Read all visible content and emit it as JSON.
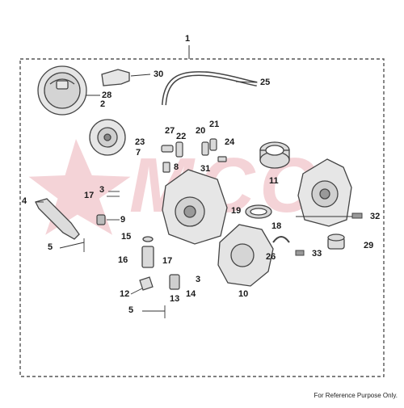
{
  "diagram": {
    "assembly_callout": "1",
    "footer_text": "For Reference Purpose Only.",
    "watermark_text": "MCC",
    "colors": {
      "frame": "#555555",
      "part": "#444444",
      "part_fill": "#e6e6e6",
      "watermark": "#e8a0a8",
      "text": "#1a1a1a"
    },
    "callouts": [
      {
        "id": "c2",
        "text": "2"
      },
      {
        "id": "c3a",
        "text": "3"
      },
      {
        "id": "c3b",
        "text": "3"
      },
      {
        "id": "c4",
        "text": "4"
      },
      {
        "id": "c5a",
        "text": "5"
      },
      {
        "id": "c5b",
        "text": "5"
      },
      {
        "id": "c7",
        "text": "7"
      },
      {
        "id": "c8",
        "text": "8"
      },
      {
        "id": "c9",
        "text": "9"
      },
      {
        "id": "c10",
        "text": "10"
      },
      {
        "id": "c11",
        "text": "11"
      },
      {
        "id": "c12",
        "text": "12"
      },
      {
        "id": "c13",
        "text": "13"
      },
      {
        "id": "c14",
        "text": "14"
      },
      {
        "id": "c15",
        "text": "15"
      },
      {
        "id": "c16",
        "text": "16"
      },
      {
        "id": "c17a",
        "text": "17"
      },
      {
        "id": "c17b",
        "text": "17"
      },
      {
        "id": "c18",
        "text": "18"
      },
      {
        "id": "c19",
        "text": "19"
      },
      {
        "id": "c20",
        "text": "20"
      },
      {
        "id": "c21",
        "text": "21"
      },
      {
        "id": "c22",
        "text": "22"
      },
      {
        "id": "c23",
        "text": "23"
      },
      {
        "id": "c24",
        "text": "24"
      },
      {
        "id": "c25",
        "text": "25"
      },
      {
        "id": "c26",
        "text": "26"
      },
      {
        "id": "c27",
        "text": "27"
      },
      {
        "id": "c28",
        "text": "28"
      },
      {
        "id": "c29",
        "text": "29"
      },
      {
        "id": "c30",
        "text": "30"
      },
      {
        "id": "c31",
        "text": "31"
      },
      {
        "id": "c32",
        "text": "32"
      },
      {
        "id": "c33",
        "text": "33"
      }
    ]
  }
}
